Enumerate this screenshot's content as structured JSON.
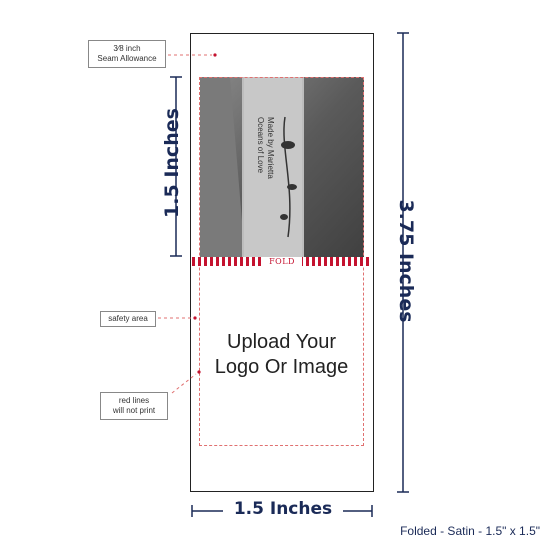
{
  "seam_allowance": {
    "fraction": "3⁄8 inch",
    "text": "Seam Allowance"
  },
  "dimensions": {
    "top_height": "1.5 Inches",
    "total_height": "3.75 Inches",
    "width": "1.5 Inches"
  },
  "fold_label": "FOLD",
  "upload_text": {
    "line1": "Upload Your",
    "line2": "Logo Or Image"
  },
  "callouts": {
    "safety_area": "safety area",
    "red_lines_1": "red lines",
    "red_lines_2": "will not print"
  },
  "sample_label_text": [
    "Oceans of Love",
    "Made by Marietta"
  ],
  "footer": "Folded - Satin - 1.5\" x 1.5\"",
  "colors": {
    "navy": "#1a2a57",
    "red": "#c4122f",
    "dashed": "#e07070"
  }
}
